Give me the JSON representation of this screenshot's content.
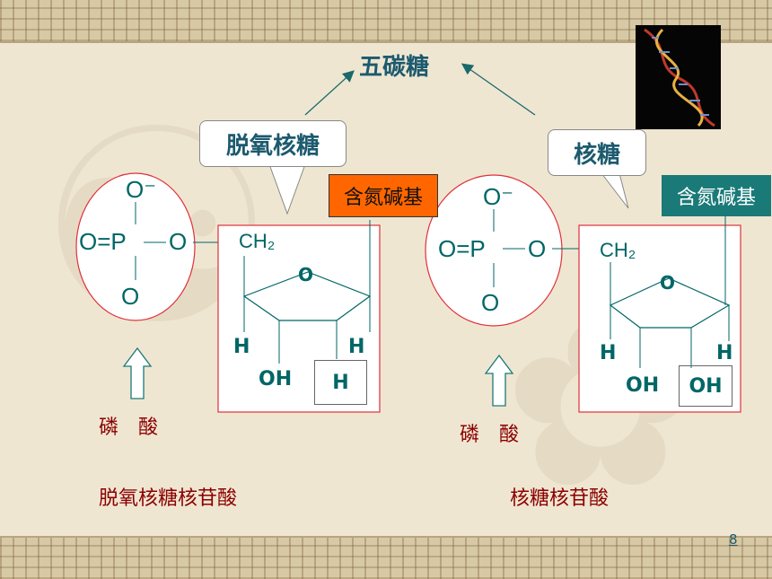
{
  "title": "五碳糖",
  "left": {
    "sugar_callout": "脱氧核糖",
    "base_badge": "含氮碱基",
    "phosphate": {
      "o_top": "O⁻",
      "o_eq_p": "O=P",
      "o_right": "O",
      "o_bottom": "O"
    },
    "sugar": {
      "ch2": "CH₂",
      "ring_o": "O",
      "h_left": "H",
      "h_right": "H",
      "oh": "OH",
      "boxed": "H"
    },
    "phosphate_label": "磷　酸",
    "name": "脱氧核糖核苷酸"
  },
  "right": {
    "sugar_callout": "核糖",
    "base_badge": "含氮碱基",
    "phosphate": {
      "o_top": "O⁻",
      "o_eq_p": "O=P",
      "o_right": "O",
      "o_bottom": "O"
    },
    "sugar": {
      "ch2": "CH₂",
      "ring_o": "O",
      "h_left": "H",
      "h_right": "H",
      "oh": "OH",
      "boxed": "OH"
    },
    "phosphate_label": "磷　酸",
    "name": "核糖核苷酸"
  },
  "page_number": "8",
  "colors": {
    "teal": "#006666",
    "dark_red": "#8b0000",
    "orange_badge": "#ff6600",
    "teal_badge": "#1a7a78",
    "ring_red": "#e0303a"
  },
  "icons": {
    "dna": "dna-helix-image",
    "up_arrow": "hollow-up-arrow-icon"
  }
}
